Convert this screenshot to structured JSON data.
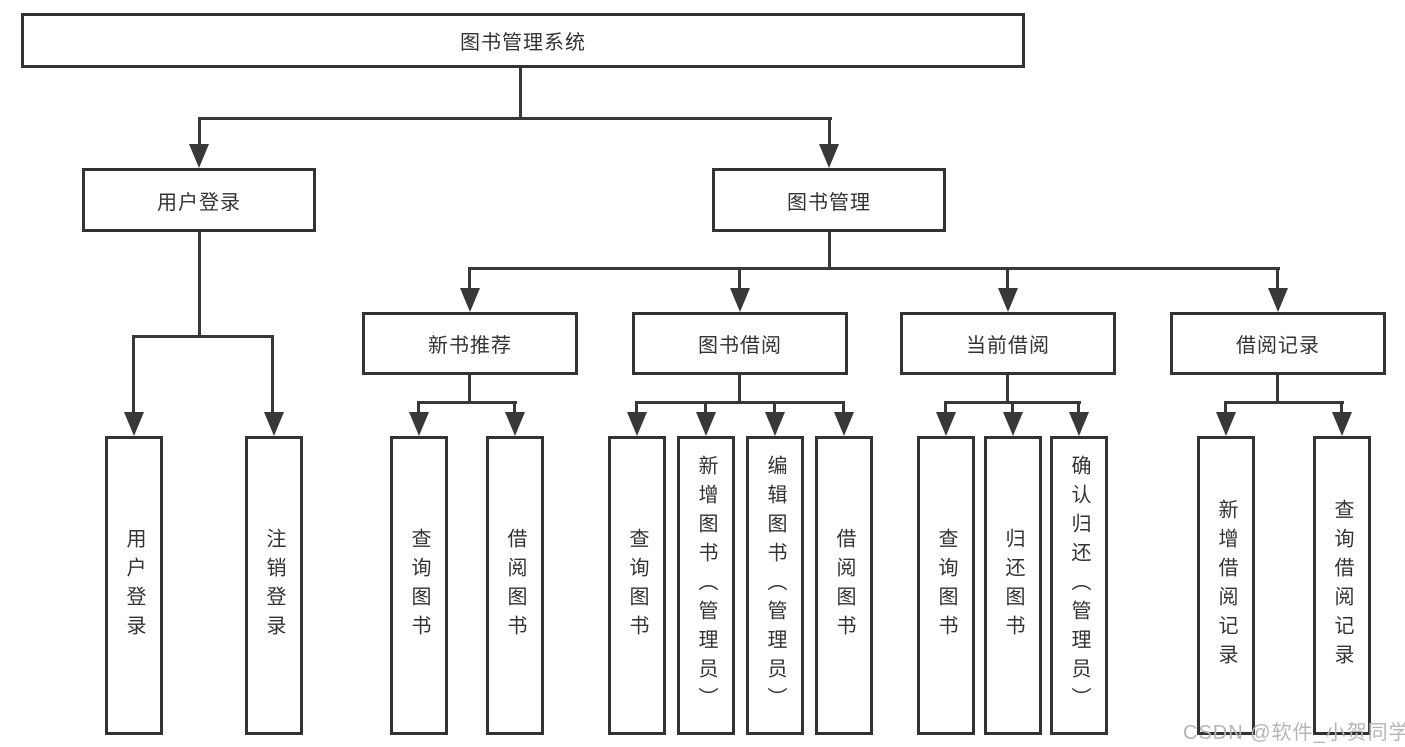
{
  "colors": {
    "line": "#383838",
    "box_border": "#333333",
    "box_background": "#ffffff",
    "text": "#333333",
    "watermark_text": "#b5b5b5"
  },
  "tree": {
    "root": {
      "label": "图书管理系统"
    },
    "user_login": {
      "label": "用户登录",
      "children": [
        {
          "label": "用户登录"
        },
        {
          "label": "注销登录"
        }
      ]
    },
    "book_management": {
      "label": "图书管理",
      "groups": [
        {
          "label": "新书推荐",
          "children": [
            {
              "label": "查询图书"
            },
            {
              "label": "借阅图书"
            }
          ]
        },
        {
          "label": "图书借阅",
          "children": [
            {
              "label": "查询图书"
            },
            {
              "label": "新增图书（管理员）"
            },
            {
              "label": "编辑图书（管理员）"
            },
            {
              "label": "借阅图书"
            }
          ]
        },
        {
          "label": "当前借阅",
          "children": [
            {
              "label": "查询图书"
            },
            {
              "label": "归还图书"
            },
            {
              "label": "确认归还（管理员）"
            }
          ]
        },
        {
          "label": "借阅记录",
          "children": [
            {
              "label": "新增借阅记录"
            },
            {
              "label": "查询借阅记录"
            }
          ]
        }
      ]
    }
  },
  "watermark": {
    "text": "CSDN @软件_小贺同学"
  }
}
